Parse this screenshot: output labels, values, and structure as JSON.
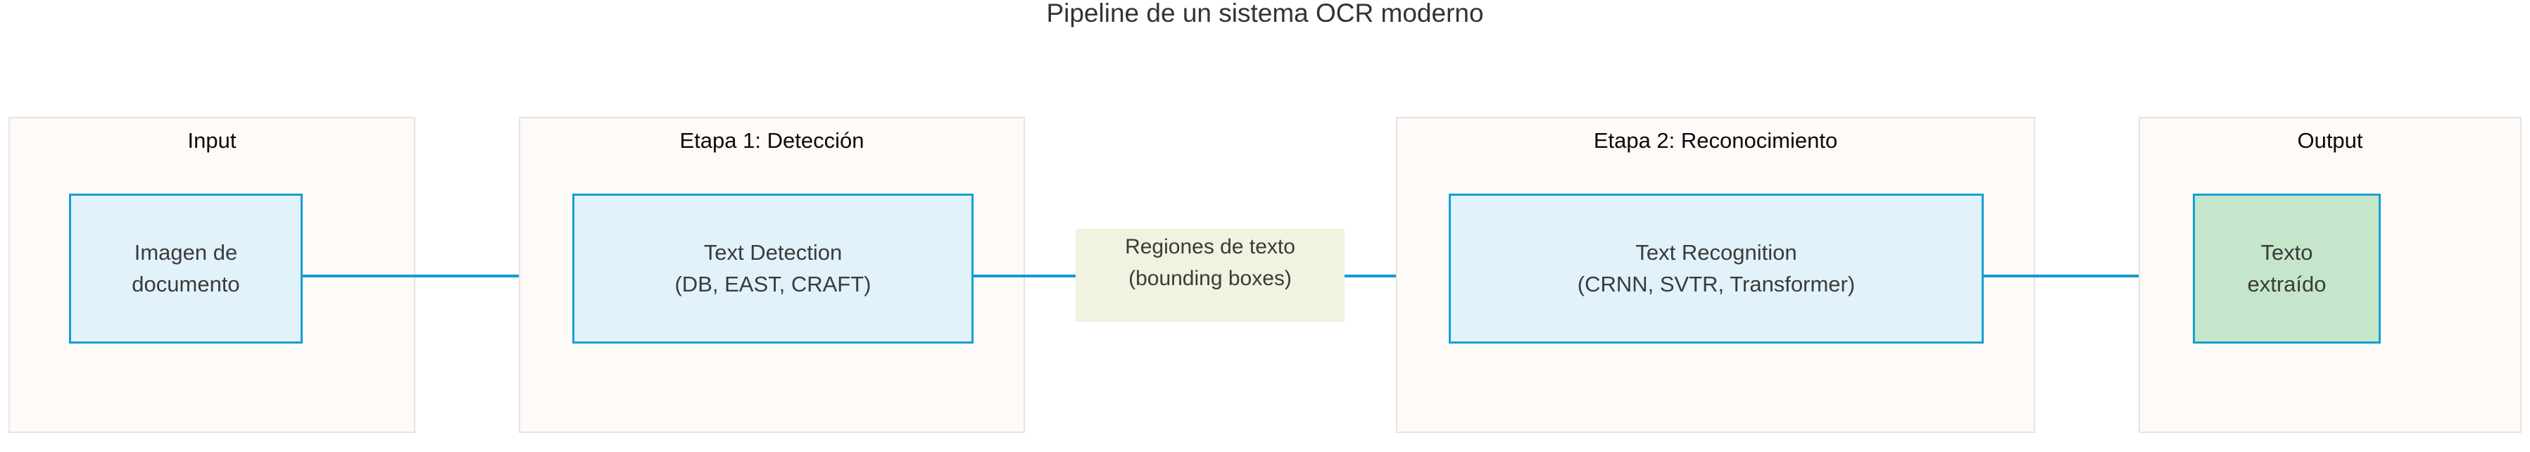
{
  "diagram": {
    "title": "Pipeline de un sistema OCR moderno",
    "type": "flowchart-lr",
    "colors": {
      "canvas": "#ffffff",
      "cluster_fill": "#fdfaf8",
      "cluster_stroke": "#ece1e1",
      "node_blue_fill": "#e1f2fb",
      "node_green_fill": "#c5e6ca",
      "node_stroke": "#169fd4",
      "edge_stroke": "#139ad6",
      "edge_label_fill": "#eff3df",
      "title_text": "#333333",
      "node_text": "#3b3b3b",
      "cluster_label_text": "#0b0b0b"
    },
    "clusters": [
      {
        "id": "input",
        "label": "Input"
      },
      {
        "id": "stage1",
        "label": "Etapa 1: Detección"
      },
      {
        "id": "stage2",
        "label": "Etapa 2: Reconocimiento"
      },
      {
        "id": "output",
        "label": "Output"
      }
    ],
    "nodes": [
      {
        "id": "n1",
        "line1": "Imagen de",
        "line2": "documento",
        "text": "Imagen de\ndocumento"
      },
      {
        "id": "n2",
        "line1": "Text Detection",
        "line2": "(DB, EAST, CRAFT)",
        "text": "Text Detection\n(DB, EAST, CRAFT)"
      },
      {
        "id": "n3",
        "line1": "Text Recognition",
        "line2": "(CRNN, SVTR, Transformer)",
        "text": "Text Recognition\n(CRNN, SVTR, Transformer)"
      },
      {
        "id": "n4",
        "line1": "Texto",
        "line2": "extraído",
        "text": "Texto\nextraído"
      }
    ],
    "edges": [
      {
        "id": "e1",
        "from": "n1",
        "to": "n2",
        "label": ""
      },
      {
        "id": "e2",
        "from": "n2",
        "to": "n3",
        "label": "Regiones de texto\n(bounding boxes)"
      },
      {
        "id": "e3",
        "from": "n3",
        "to": "n4",
        "label": ""
      }
    ]
  }
}
